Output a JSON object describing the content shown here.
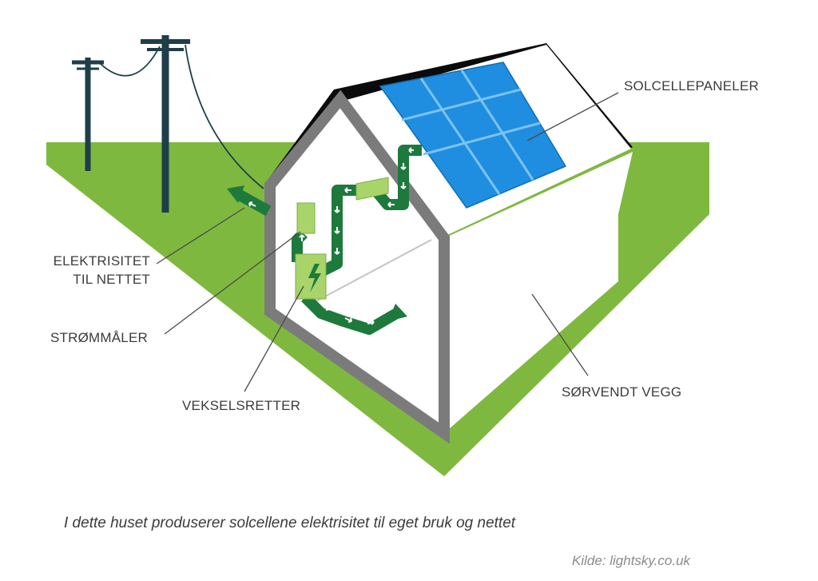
{
  "labels": {
    "panels": "SOLCELLEPANELER",
    "grid_line1": "ELEKTRISITET",
    "grid_line2": "TIL NETTET",
    "meter": "STRØMMÅLER",
    "inverter": "VEKSELSRETTER",
    "wall": "SØRVENDT VEGG"
  },
  "caption": "I dette huset produserer solcellene elektrisitet til eget bruk og nettet",
  "source": "Kilde: lightsky.co.uk",
  "colors": {
    "ground": "#7fb83f",
    "roof": "#000000",
    "frame": "#7b7b7b",
    "panel": "#1f8ee0",
    "panel_grid": "#7cc2f2",
    "flow": "#1d7a3c",
    "device": "#a9d46a",
    "pole": "#1f3e4a"
  }
}
